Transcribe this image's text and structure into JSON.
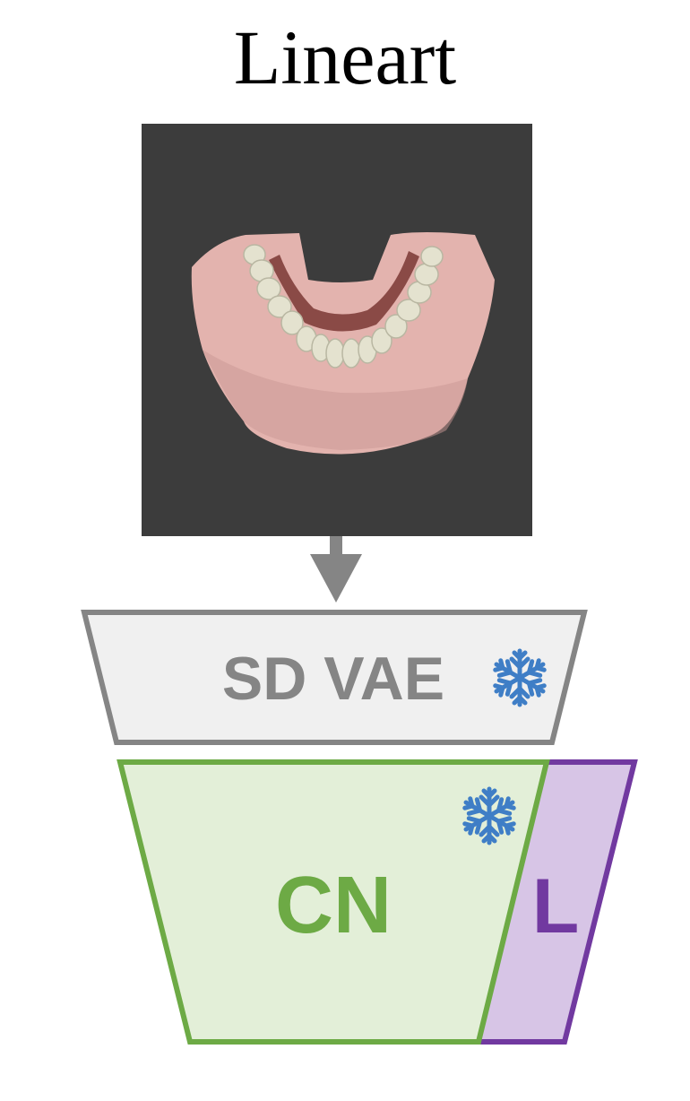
{
  "title": "Lineart",
  "input_image": {
    "description": "lineart-condition-image",
    "background_color": "#3c3c3c",
    "gum_color": "#e3b3ae",
    "teeth_color": "#e4e2cf"
  },
  "blocks": {
    "sd_vae": {
      "label": "SD VAE",
      "frozen": true,
      "stroke": "#858585",
      "fill": "#f0f0f0",
      "text_color": "#858585"
    },
    "controlnet": {
      "label": "CN",
      "frozen": true,
      "stroke": "#6daa45",
      "fill": "#e3efd8",
      "text_color": "#6daa45"
    },
    "lora": {
      "label": "L",
      "stroke": "#7139a0",
      "fill": "#d7c5e6",
      "text_color": "#7139a0"
    }
  },
  "icons": {
    "frozen": "snowflake-icon",
    "snowflake_color": "#3f7ec6"
  },
  "arrow_color": "#858585"
}
